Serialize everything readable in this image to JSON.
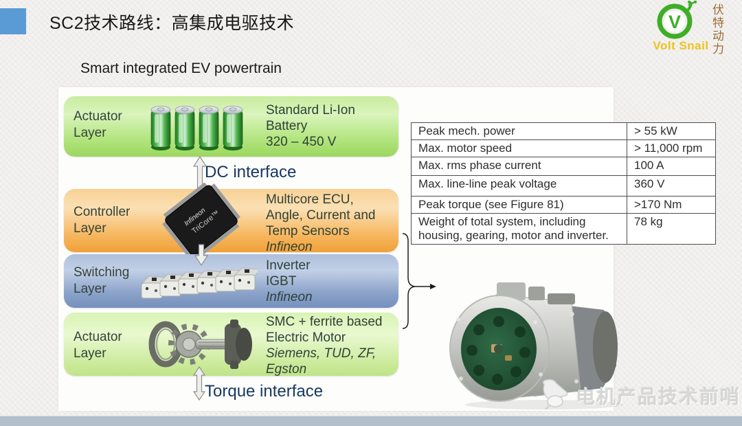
{
  "slide": {
    "title": "SC2技术路线：高集成电驱技术",
    "subtitle": "Smart integrated EV powertrain",
    "accent_color": "#5b9bd5"
  },
  "logo": {
    "brand": "Volt Snail",
    "monogram": "V",
    "vertical_name": "伏特动力",
    "green": "#3fae27",
    "gold": "#eec21d",
    "brown": "#996c33"
  },
  "diagram": {
    "dc_interface": "DC interface",
    "torque_interface": "Torque interface",
    "interface_text_color": "#17375e",
    "layers": [
      {
        "label": [
          "Actuator",
          "Layer"
        ],
        "desc": [
          "Standard Li-Ion",
          "Battery",
          "320 – 450 V"
        ],
        "vendors": [],
        "icon": "battery-pack-icon",
        "color": "#a8df70"
      },
      {
        "label": [
          "Controller",
          "Layer"
        ],
        "desc": [
          "Multicore ECU,",
          "Angle, Current and",
          "Temp Sensors"
        ],
        "vendors": [
          "Infineon"
        ],
        "icon": "tricore-chip-icon",
        "chip": {
          "brand": "Infineon",
          "model": "TriCore™"
        },
        "color": "#f6b052"
      },
      {
        "label": [
          "Switching",
          "Layer"
        ],
        "desc": [
          "Inverter",
          "IGBT"
        ],
        "vendors": [
          "Infineon"
        ],
        "icon": "igbt-module-icon",
        "color": "#8aa2c8"
      },
      {
        "label": [
          "Actuator",
          "Layer"
        ],
        "desc": [
          "SMC + ferrite based",
          "Electric Motor"
        ],
        "vendors": [
          "Siemens, TUD, ZF,",
          "Egston"
        ],
        "icon": "electric-motor-icon",
        "color": "#c8ec96"
      }
    ]
  },
  "spec_table": {
    "rows": [
      {
        "label": "Peak mech. power",
        "value": "> 55 kW"
      },
      {
        "label": "Max. motor speed",
        "value": "> 11,000 rpm"
      },
      {
        "label": "Max. rms phase current",
        "value": "100 A"
      },
      {
        "label": "Max. line-line peak voltage",
        "value": "360 V"
      },
      {
        "label": "Peak torque (see Figure 81)",
        "value": ">170 Nm"
      },
      {
        "label": "Weight of total system, including housing, gearing, motor and inverter.",
        "value": "78 kg"
      }
    ]
  },
  "watermark": {
    "text": "电机产品技术前哨"
  }
}
